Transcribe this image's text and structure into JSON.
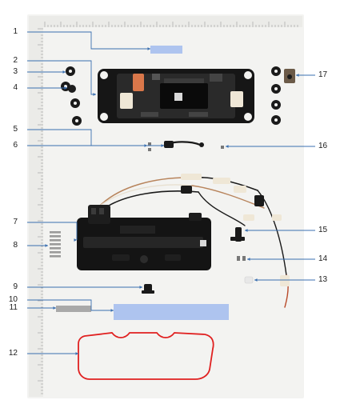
{
  "palette": {
    "paper": "#f3f3f1",
    "ruler": "#e6e6e3",
    "leader": "#3a6fb0",
    "part_black": "#151515",
    "tape_blue": "#9ab6ea",
    "gasket_red": "#e02020",
    "pad_grey": "#a9a9a9",
    "connector_orange": "#d9774a",
    "connector_white": "#efe7d6",
    "wire_copper": "#b8845c"
  },
  "callouts": [
    {
      "id": "1",
      "label": "1"
    },
    {
      "id": "2",
      "label": "2"
    },
    {
      "id": "3",
      "label": "3"
    },
    {
      "id": "4",
      "label": "4"
    },
    {
      "id": "5",
      "label": "5"
    },
    {
      "id": "6",
      "label": "6"
    },
    {
      "id": "7",
      "label": "7"
    },
    {
      "id": "8",
      "label": "8"
    },
    {
      "id": "9",
      "label": "9"
    },
    {
      "id": "10",
      "label": "10"
    },
    {
      "id": "11",
      "label": "11"
    },
    {
      "id": "12",
      "label": "12"
    },
    {
      "id": "13",
      "label": "13"
    },
    {
      "id": "14",
      "label": "14"
    },
    {
      "id": "15",
      "label": "15"
    },
    {
      "id": "16",
      "label": "16"
    },
    {
      "id": "17",
      "label": "17"
    }
  ]
}
